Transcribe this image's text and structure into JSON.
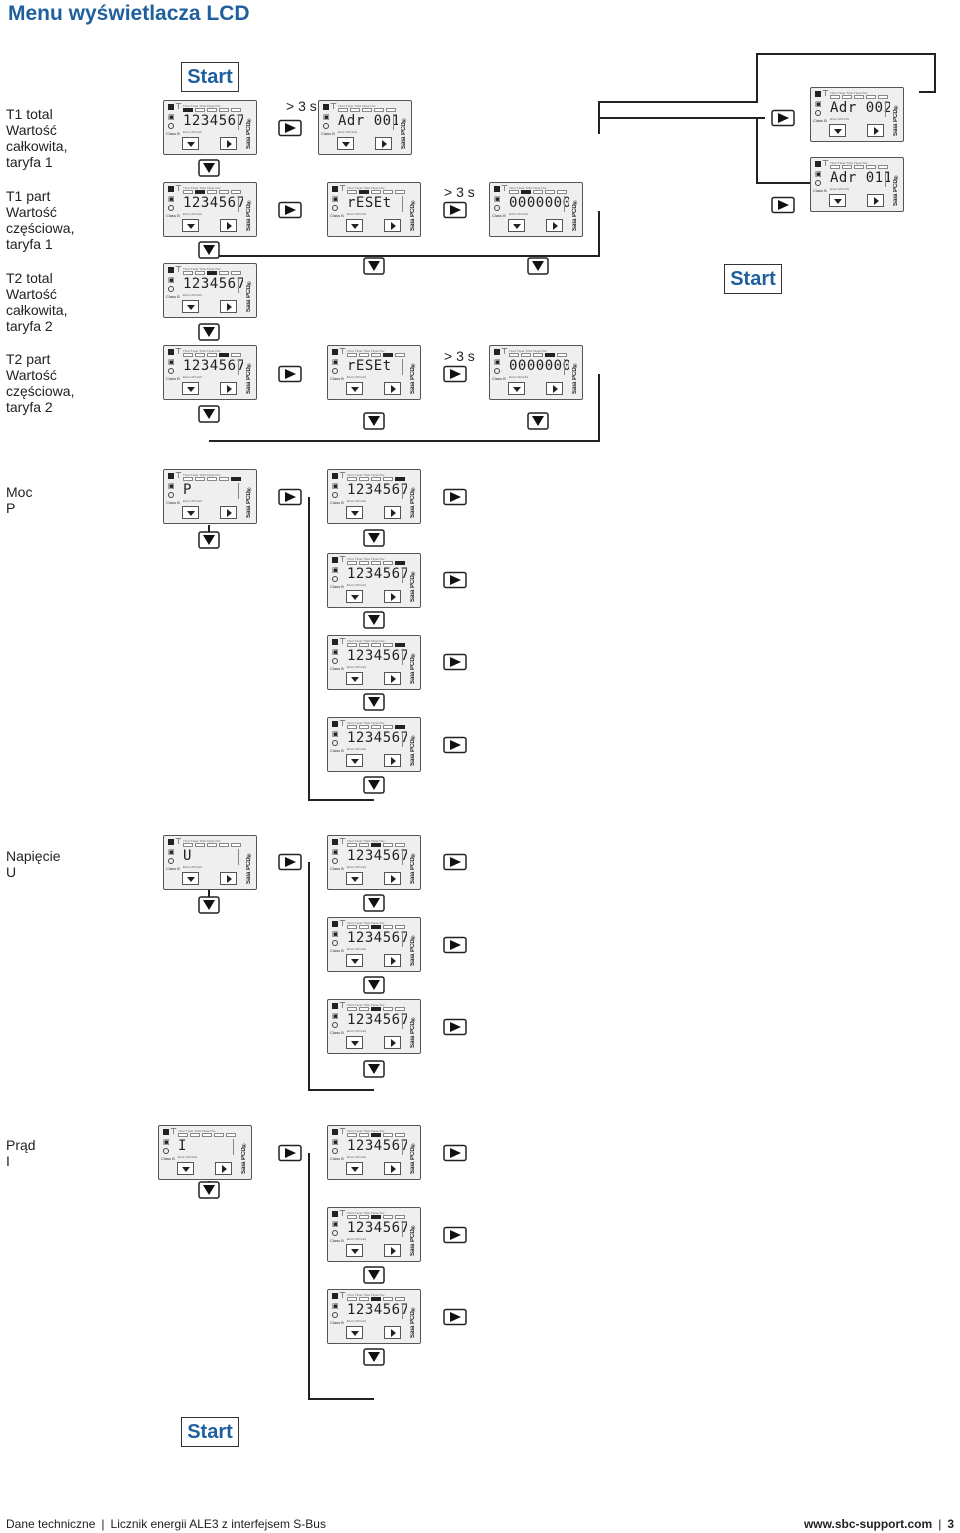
{
  "title": "Menu wyświetlacza LCD",
  "start_label": "Start",
  "hold_label": "> 3 s",
  "rows": {
    "t1_total": [
      "T1 total",
      "Wartość",
      "całkowita,",
      "taryfa 1"
    ],
    "t1_part": [
      "T1 part",
      "Wartość",
      "częściowa,",
      "taryfa 1"
    ],
    "t2_total": [
      "T2 total",
      "Wartość",
      "całkowita,",
      "taryfa 2"
    ],
    "t2_part": [
      "T2 part",
      "Wartość",
      "częściowa,",
      "taryfa 2"
    ],
    "moc": [
      "Moc",
      "P"
    ],
    "napiecie": [
      "Napięcie",
      "U"
    ],
    "prad": [
      "Prąd",
      "I"
    ]
  },
  "lcd": {
    "brand": "Saia PCD®",
    "class": "Class B",
    "tabs": "T1tot T1par T2tot T2par Pwr",
    "foot": "Error  U/O  kJ/s"
  },
  "readings": {
    "energy": "1234567",
    "address_1": "Adr 001",
    "address_2": "Adr 002",
    "address_3": "Adr 011",
    "reset": "rESEt",
    "zeroed": "0000000",
    "power": "P",
    "voltage": "U",
    "current": "I"
  },
  "footer": {
    "doc": "Dane techniczne",
    "product": "Licznik energii ALE3 z interfejsem S-Bus",
    "site": "www.sbc-support.com",
    "page": "3"
  },
  "colors": {
    "accent": "#1f5f9e",
    "line": "#222222"
  }
}
